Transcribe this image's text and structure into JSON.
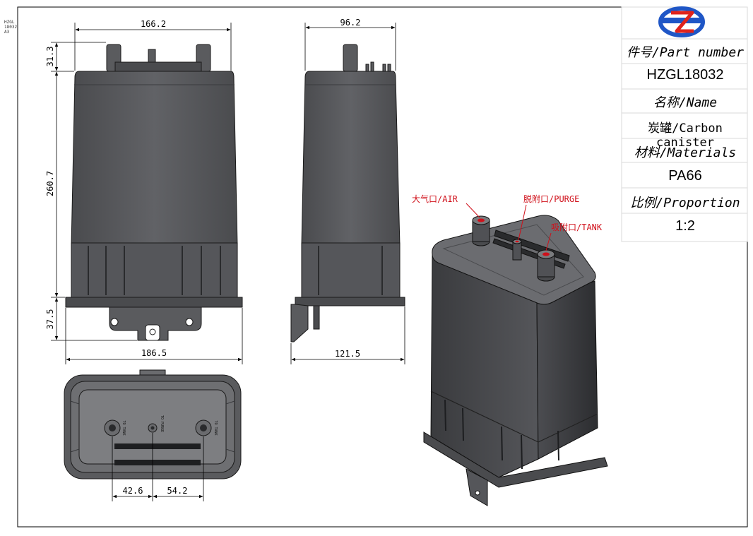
{
  "sheet": {
    "corner_stamp": "HZGL 18032 A3"
  },
  "title_block": {
    "logo_letters": "HZ",
    "rows": [
      {
        "kind": "label",
        "text": "件号/Part number"
      },
      {
        "kind": "value",
        "text": "HZGL18032"
      },
      {
        "kind": "label",
        "text": "名称/Name"
      },
      {
        "kind": "value",
        "text": "炭罐/Carbon canister"
      },
      {
        "kind": "label",
        "text": "材料/Materials"
      },
      {
        "kind": "value",
        "text": "PA66"
      },
      {
        "kind": "label",
        "text": "比例/Proportion"
      },
      {
        "kind": "value",
        "text": "1:2"
      }
    ],
    "colors": {
      "logo_blue": "#1f56c6",
      "logo_red": "#e0231c"
    }
  },
  "dimensions": {
    "front_width_top": "166.2",
    "front_port_height": "31.3",
    "front_body_height": "260.7",
    "front_bracket_height": "37.5",
    "front_width_bottom": "186.5",
    "side_width_top": "96.2",
    "side_width_bottom": "121.5",
    "bottom_spacing_left": "42.6",
    "bottom_spacing_right": "54.2"
  },
  "bottom_view_labels": {
    "left_port": "TO TANK",
    "center_port": "TO PURGE",
    "right_port": "TO TANK"
  },
  "callouts": {
    "air": "大气口/AIR",
    "purge": "脱附口/PURGE",
    "tank": "吸附口/TANK"
  },
  "colors": {
    "body": "#555659",
    "body_dark": "#2a2b2d",
    "edge": "#1a1a1a",
    "callout": "#d0101a"
  }
}
